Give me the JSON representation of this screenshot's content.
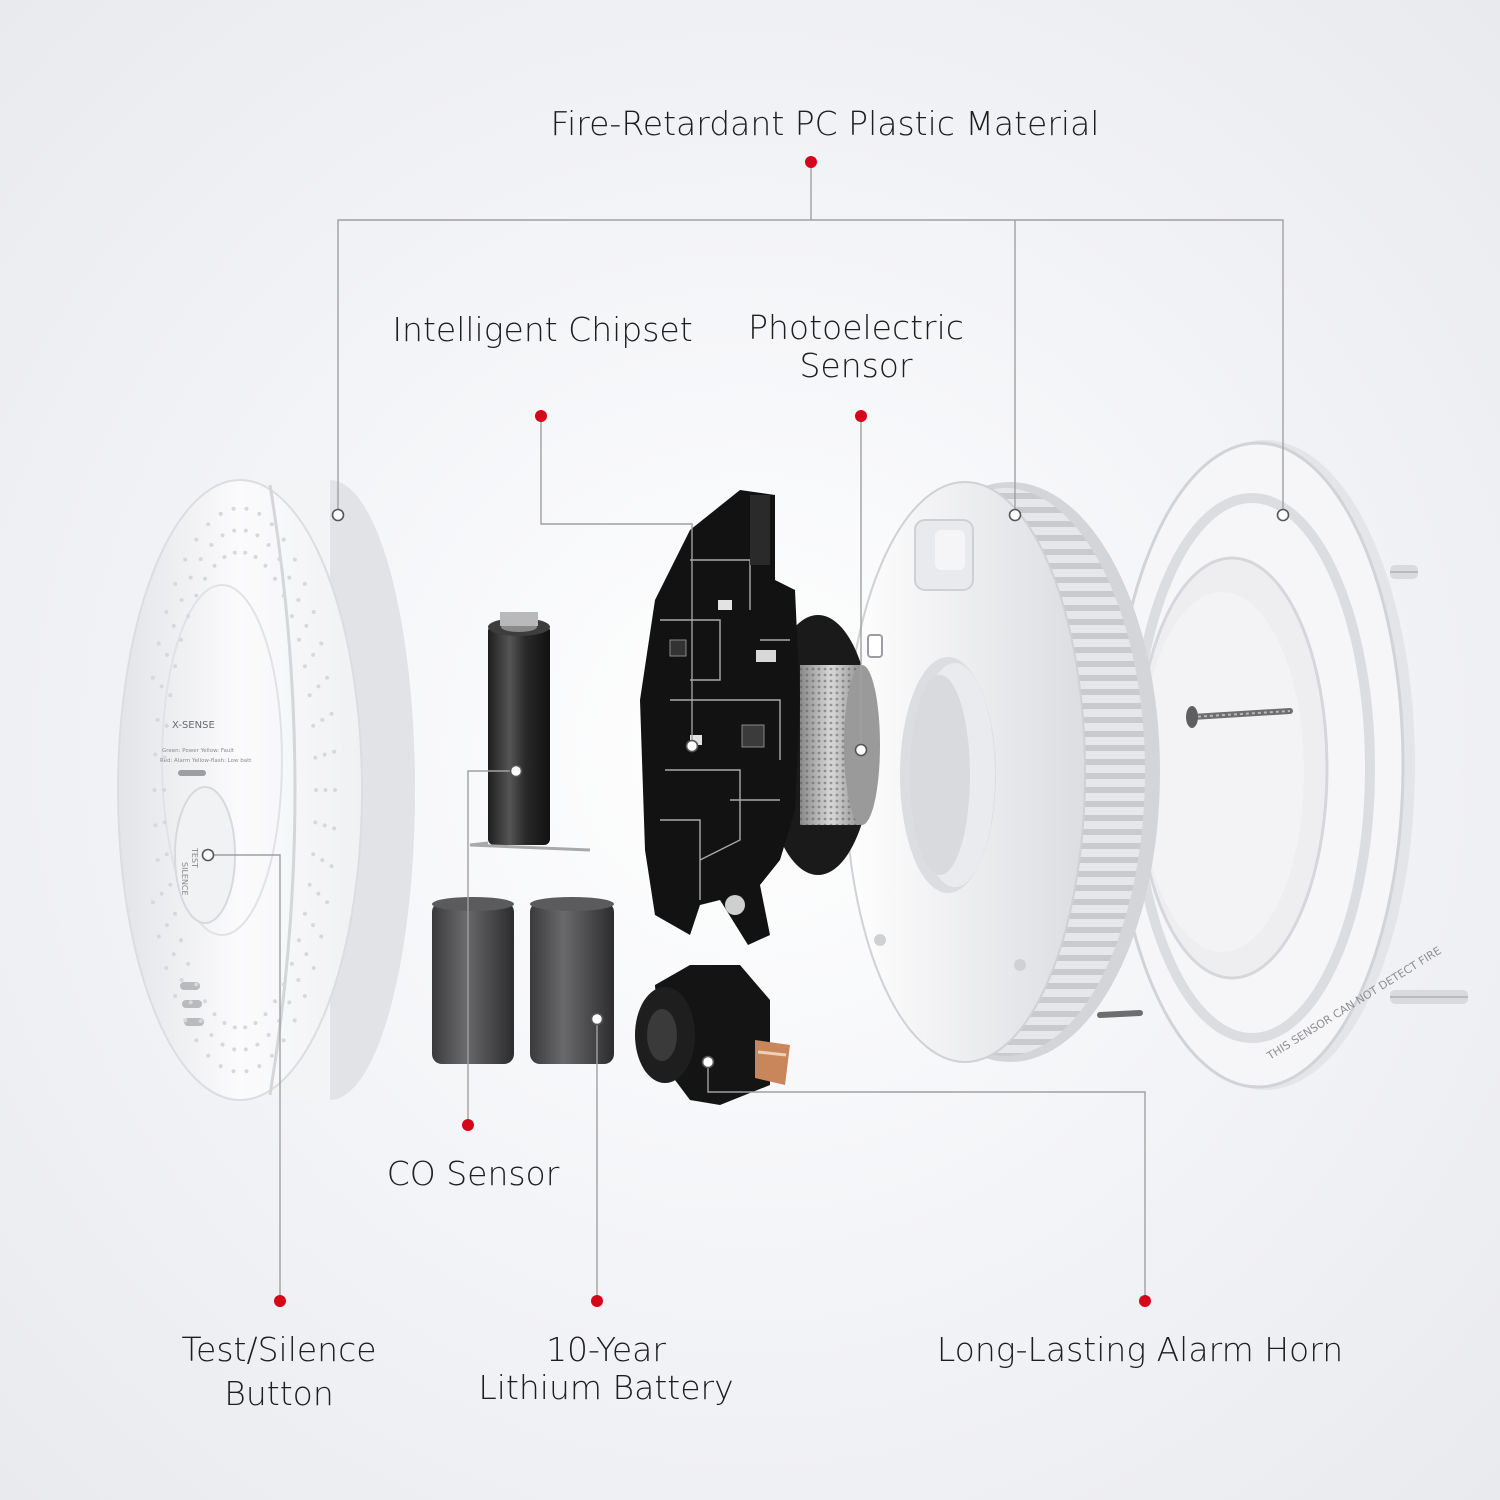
{
  "labels": {
    "fire_retardant": "Fire-Retardant PC Plastic Material",
    "intelligent_chipset": "Intelligent Chipset",
    "photoelectric_line1": "Photoelectric",
    "photoelectric_line2": "Sensor",
    "co_sensor": "CO Sensor",
    "test_silence_line1": "Test/Silence",
    "test_silence_line2": "Button",
    "battery_line1": "10-Year",
    "battery_line2": "Lithium Battery",
    "alarm_horn": "Long-Lasting Alarm Horn"
  },
  "device_text": {
    "brand": "X-SENSE",
    "led_legend": "Green: Power   Yellow: Fault",
    "led_legend2": "Red: Alarm  Yellow-flash: Low batt",
    "button_label_1": "TEST",
    "button_label_2": "SILENCE",
    "bracket_warning": "THIS SENSOR CAN NOT DETECT FIRE"
  },
  "colors": {
    "marker_red": "#d5061a",
    "leader_line": "#9a9a9a",
    "background": "#f2f3f6"
  }
}
